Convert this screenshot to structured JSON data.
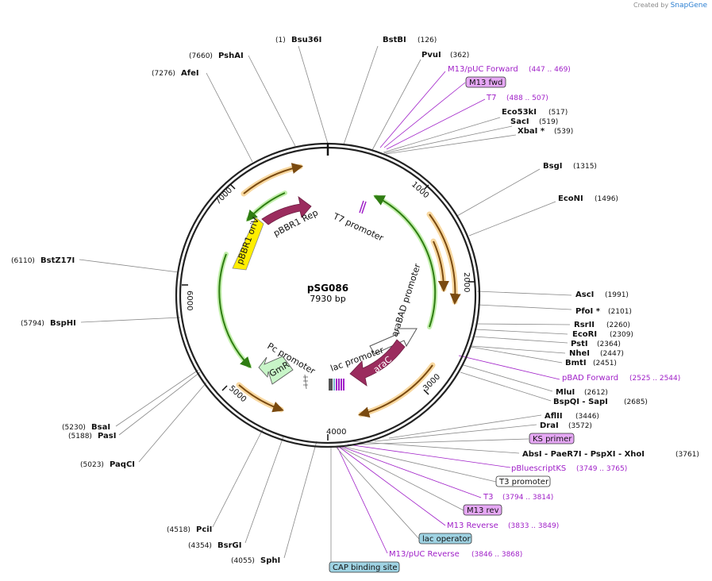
{
  "credit": {
    "prefix": "Created by",
    "brand": "SnapGene"
  },
  "plasmid": {
    "name": "pSG086",
    "length_label": "7930 bp",
    "length": 7930
  },
  "ticks": [
    "1000",
    "2000",
    "3000",
    "4000",
    "5000",
    "6000",
    "7000"
  ],
  "enzymes": [
    {
      "name": "Bsu36I",
      "pos": "(1)"
    },
    {
      "name": "BstBI",
      "pos": "(126)"
    },
    {
      "name": "PvuI",
      "pos": "(362)"
    },
    {
      "name": "Eco53kI",
      "pos": "(517)"
    },
    {
      "name": "SacI",
      "pos": "(519)"
    },
    {
      "name": "XbaI *",
      "pos": "(539)"
    },
    {
      "name": "BsgI",
      "pos": "(1315)"
    },
    {
      "name": "EcoNI",
      "pos": "(1496)"
    },
    {
      "name": "AscI",
      "pos": "(1991)"
    },
    {
      "name": "PfoI *",
      "pos": "(2101)"
    },
    {
      "name": "RsrII",
      "pos": "(2260)"
    },
    {
      "name": "EcoRI",
      "pos": "(2309)"
    },
    {
      "name": "PstI",
      "pos": "(2364)"
    },
    {
      "name": "NheI",
      "pos": "(2447)"
    },
    {
      "name": "BmtI",
      "pos": "(2451)"
    },
    {
      "name": "MluI",
      "pos": "(2612)"
    },
    {
      "name": "BspQI - SapI",
      "pos": "(2685)"
    },
    {
      "name": "AflII",
      "pos": "(3446)"
    },
    {
      "name": "DraI",
      "pos": "(3572)"
    },
    {
      "name": "AbsI - PaeR7I - PspXI - XhoI",
      "pos": "(3761)"
    },
    {
      "name": "SphI",
      "pos": "(4055)"
    },
    {
      "name": "BsrGI",
      "pos": "(4354)"
    },
    {
      "name": "PciI",
      "pos": "(4518)"
    },
    {
      "name": "PaqCI",
      "pos": "(5023)"
    },
    {
      "name": "PasI",
      "pos": "(5188)"
    },
    {
      "name": "BsaI",
      "pos": "(5230)"
    },
    {
      "name": "BspHI",
      "pos": "(5794)"
    },
    {
      "name": "BstZ17I",
      "pos": "(6110)"
    },
    {
      "name": "AfeI",
      "pos": "(7276)"
    },
    {
      "name": "PshAI",
      "pos": "(7660)"
    }
  ],
  "primers": [
    {
      "name": "M13/pUC Forward",
      "pos": "(447 .. 469)"
    },
    {
      "name": "T7",
      "pos": "(488 .. 507)"
    },
    {
      "name": "pBAD Forward",
      "pos": "(2525 .. 2544)"
    },
    {
      "name": "pBluescriptKS",
      "pos": "(3749 .. 3765)"
    },
    {
      "name": "T3",
      "pos": "(3794 .. 3814)"
    },
    {
      "name": "M13 Reverse",
      "pos": "(3833 .. 3849)"
    },
    {
      "name": "M13/pUC Reverse",
      "pos": "(3846 .. 3868)"
    }
  ],
  "boxed_labels": [
    {
      "name": "M13 fwd",
      "color": "#e6a8f5"
    },
    {
      "name": "KS primer",
      "color": "#e6a8f5"
    },
    {
      "name": "T3 promoter",
      "color": "#ffffff"
    },
    {
      "name": "M13 rev",
      "color": "#e6a8f5"
    },
    {
      "name": "lac operator",
      "color": "#9fd3e3"
    },
    {
      "name": "CAP binding site",
      "color": "#9fd3e3"
    }
  ],
  "features": {
    "t7_promoter": "T7 promoter",
    "pbbr1_rep": "pBBR1 Rep",
    "pbbr1_oriv": "pBBR1 oriV",
    "arabad_promoter": "araBAD promoter",
    "arac": "araC",
    "lac_promoter": "lac promoter",
    "pc_promoter": "Pc promoter",
    "gmr": "GmR"
  },
  "colors": {
    "backbone": "#222222",
    "primer": "#a020c8",
    "orf_orange": "#f5b942",
    "orf_green": "#7ed957",
    "rep": "#9b2c5e",
    "oriv": "#ffee00",
    "gmr": "#c8f5c8",
    "arabad": "#ffffff",
    "brand": "#2b7fd2"
  }
}
